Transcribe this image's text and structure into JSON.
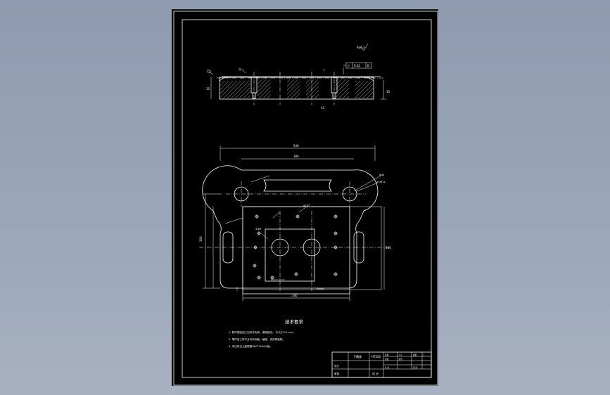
{
  "drawing": {
    "roughness_symbol": "Ra6.3",
    "tolerance_frame": {
      "symbol": "//",
      "value": "0.02",
      "datum": "B"
    }
  },
  "tech_requirements": {
    "title": "技术要求",
    "items": [
      "1. 制件表面加工后的去毛刺，倒钝锐边。 不大于0.5 mm。",
      "2. 零件加工时不允许有划痕、磕碰、夹伤等缺陷。",
      "3. 未注形位公差按照GB/T1184-K级。"
    ]
  },
  "title_block": {
    "part_name": "下模座",
    "material": "HT200",
    "row_labels": [
      "设计",
      "审核",
      "日期"
    ],
    "cells": [
      "比例",
      "1:2",
      "数量",
      "1",
      "重量",
      "图号",
      "共 张",
      "第 张"
    ],
    "company": "设 计"
  },
  "colors": {
    "background": "#8e9bb0",
    "sheet": "#000000",
    "lines": "#ffffff"
  }
}
